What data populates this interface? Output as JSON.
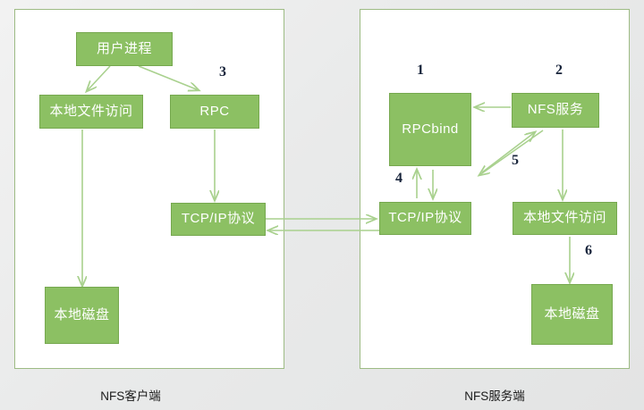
{
  "diagram": {
    "title_hidden": "",
    "colors": {
      "node_fill": "#8cc063",
      "node_border": "#76a84f",
      "node_text": "#ffffff",
      "panel_border": "#9dbb84",
      "connector": "#a9d18e",
      "number_text": "#17233a",
      "background": "#ebebeb"
    },
    "panels": [
      {
        "id": "client",
        "caption": "NFS客户端"
      },
      {
        "id": "server",
        "caption": "NFS服务端"
      }
    ],
    "nodes": [
      {
        "id": "user-process",
        "label": "用户进程",
        "panel": "client"
      },
      {
        "id": "local-file-access",
        "label": "本地文件访问",
        "panel": "client"
      },
      {
        "id": "rpc",
        "label": "RPC",
        "panel": "client"
      },
      {
        "id": "tcpip-client",
        "label": "TCP/IP协议",
        "panel": "client"
      },
      {
        "id": "local-disk-client",
        "label": "本地磁盘",
        "panel": "client"
      },
      {
        "id": "rpcbind",
        "label": "RPCbind",
        "panel": "server"
      },
      {
        "id": "nfs-service",
        "label": "NFS服务",
        "panel": "server"
      },
      {
        "id": "tcpip-server",
        "label": "TCP/IP协议",
        "panel": "server"
      },
      {
        "id": "local-file-access-srv",
        "label": "本地文件访问",
        "panel": "server"
      },
      {
        "id": "local-disk-server",
        "label": "本地磁盘",
        "panel": "server"
      }
    ],
    "step_numbers": [
      {
        "id": "step-3",
        "label": "3",
        "near": "rpc"
      },
      {
        "id": "step-1",
        "label": "1",
        "near": "rpcbind"
      },
      {
        "id": "step-2",
        "label": "2",
        "near": "nfs-service"
      },
      {
        "id": "step-5",
        "label": "5",
        "near": "rpcbind-nfs-exchange"
      },
      {
        "id": "step-4",
        "label": "4",
        "near": "rpcbind-tcpip"
      },
      {
        "id": "step-6",
        "label": "6",
        "near": "local-file-access-srv"
      }
    ],
    "connections": [
      {
        "from": "user-process",
        "to": "local-file-access",
        "kind": "arrow"
      },
      {
        "from": "user-process",
        "to": "rpc",
        "kind": "arrow"
      },
      {
        "from": "local-file-access",
        "to": "local-disk-client",
        "kind": "arrow"
      },
      {
        "from": "rpc",
        "to": "tcpip-client",
        "kind": "arrow"
      },
      {
        "from": "tcpip-client",
        "to": "tcpip-server",
        "kind": "arrow"
      },
      {
        "from": "tcpip-server",
        "to": "tcpip-client",
        "kind": "arrow"
      },
      {
        "from": "nfs-service",
        "to": "rpcbind",
        "kind": "arrow"
      },
      {
        "from": "nfs-service",
        "to": "rpcbind",
        "kind": "double-arrow"
      },
      {
        "from": "rpcbind",
        "to": "tcpip-server",
        "kind": "arrow"
      },
      {
        "from": "tcpip-server",
        "to": "rpcbind",
        "kind": "arrow"
      },
      {
        "from": "nfs-service",
        "to": "local-file-access-srv",
        "kind": "arrow"
      },
      {
        "from": "local-file-access-srv",
        "to": "local-disk-server",
        "kind": "arrow"
      }
    ]
  }
}
